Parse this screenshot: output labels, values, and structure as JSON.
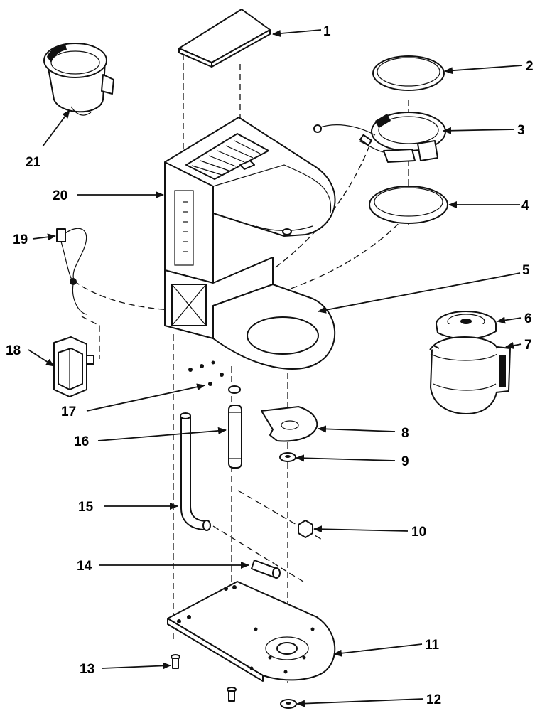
{
  "diagram": {
    "type": "exploded-parts-diagram",
    "callouts": [
      "1",
      "2",
      "3",
      "4",
      "5",
      "6",
      "7",
      "8",
      "9",
      "10",
      "11",
      "12",
      "13",
      "14",
      "15",
      "16",
      "17",
      "18",
      "19",
      "20",
      "21"
    ],
    "colors": {
      "line": "#111111",
      "background": "#ffffff"
    }
  }
}
